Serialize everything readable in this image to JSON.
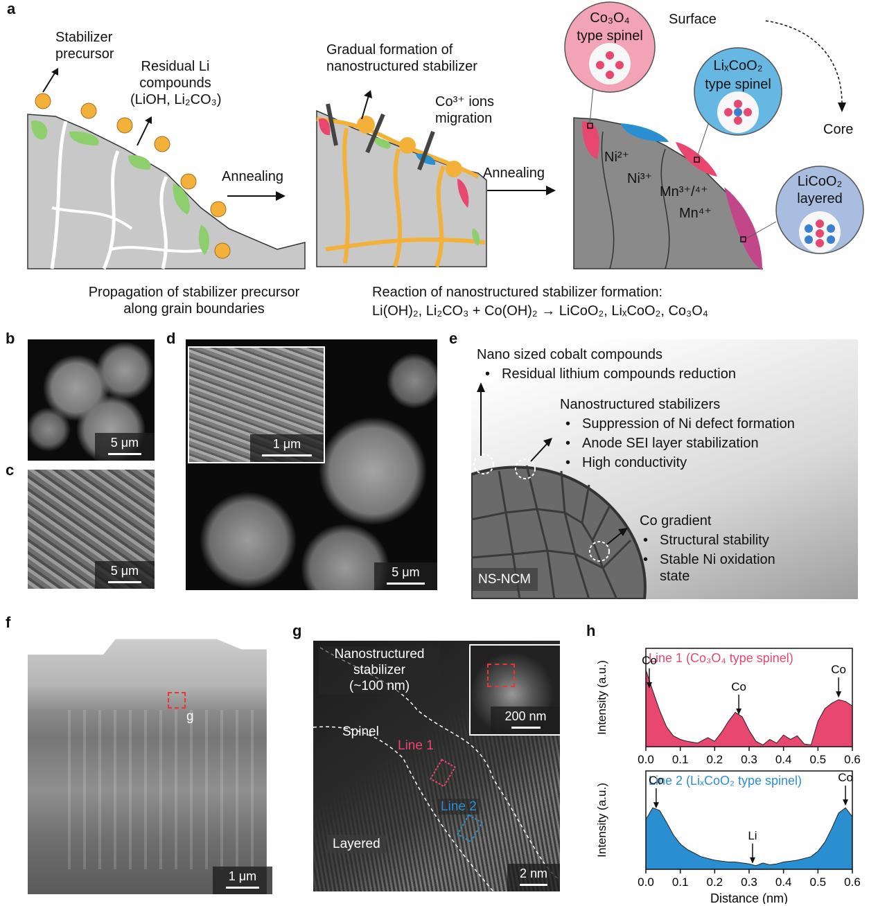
{
  "panel_a": {
    "label": "a",
    "stabilizer_precursor": "Stabilizer\nprecursor",
    "residual_li": "Residual Li\ncompounds",
    "residual_li_formula": "(LiOH, Li₂CO₃)",
    "annealing_1": "Annealing",
    "annealing_2": "Annealing",
    "gradual_formation": "Gradual formation of\nnanostructured stabilizer",
    "co_ions": "Co³⁺ ions\nmigration",
    "surface": "Surface",
    "core": "Core",
    "co3o4_bubble_1": "Co₃O₄",
    "co3o4_bubble_2": "type spinel",
    "lixcoo2_bubble_1": "LiₓCoO₂",
    "lixcoo2_bubble_2": "type spinel",
    "licoo2_bubble_1": "LiCoO₂",
    "licoo2_bubble_2": "layered",
    "ni2": "Ni²⁺",
    "ni3": "Ni³⁺",
    "mn34": "Mn³⁺/⁴⁺",
    "mn4": "Mn⁴⁺",
    "caption_left": "Propagation of stabilizer precursor\nalong grain boundaries",
    "caption_right_1": "Reaction of nanostructured stabilizer formation:",
    "caption_right_2": "Li(OH)₂, Li₂CO₃ + Co(OH)₂ → LiCoO₂, LiₓCoO₂, Co₃O₄"
  },
  "panel_b": {
    "label": "b",
    "scale": "5 μm"
  },
  "panel_c": {
    "label": "c",
    "scale": "5 μm"
  },
  "panel_d": {
    "label": "d",
    "scale": "5 μm",
    "inset_scale": "1 μm"
  },
  "panel_e": {
    "label": "e",
    "heading_1": "Nano sized cobalt compounds",
    "bullets_1": [
      "Residual lithium compounds reduction"
    ],
    "heading_2": "Nanostructured stabilizers",
    "bullets_2": [
      "Suppression of Ni defect formation",
      "Anode SEI layer stabilization",
      "High conductivity"
    ],
    "heading_3": "Co gradient",
    "bullets_3": [
      "Structural stability",
      "Stable Ni oxidation\nstate"
    ],
    "particle_label": "NS-NCM"
  },
  "panel_f": {
    "label": "f",
    "scale": "1 μm",
    "marker": "g"
  },
  "panel_g": {
    "label": "g",
    "stabilizer": "Nanostructured\nstabilizer\n(~100 nm)",
    "spinel": "Spinel",
    "line1": "Line 1",
    "line2": "Line 2",
    "layered": "Layered",
    "scale": "2 nm",
    "inset_scale": "200 nm"
  },
  "colors": {
    "pink": "#e8476f",
    "blue": "#2a8fd0",
    "grain": "#c8c8c8",
    "orange": "#f3b13a",
    "green": "#8ccf6c"
  },
  "chart_data": [
    {
      "type": "area",
      "panel_label": "h",
      "title": "Line 1 (Co₃O₄ type spinel)",
      "ylabel": "Intensity (a.u.)",
      "xlabel": "",
      "xlim": [
        0,
        0.6
      ],
      "xticks": [
        "0.0",
        "0.1",
        "0.2",
        "0.3",
        "0.4",
        "0.5",
        "0.6"
      ],
      "color": "#e8476f",
      "x": [
        0,
        0.02,
        0.04,
        0.06,
        0.08,
        0.1,
        0.12,
        0.15,
        0.18,
        0.2,
        0.22,
        0.24,
        0.26,
        0.28,
        0.3,
        0.32,
        0.34,
        0.36,
        0.38,
        0.4,
        0.42,
        0.44,
        0.46,
        0.48,
        0.5,
        0.52,
        0.54,
        0.56,
        0.58,
        0.6
      ],
      "y": [
        0.85,
        0.62,
        0.4,
        0.22,
        0.12,
        0.08,
        0.06,
        0.04,
        0.1,
        0.06,
        0.16,
        0.28,
        0.38,
        0.33,
        0.18,
        0.06,
        0.02,
        0.08,
        0.04,
        0.13,
        0.08,
        0.12,
        0.03,
        0.02,
        0.28,
        0.42,
        0.48,
        0.52,
        0.5,
        0.45
      ],
      "annotations": [
        {
          "text": "Co",
          "x": 0.01
        },
        {
          "text": "Co",
          "x": 0.27
        },
        {
          "text": "Co",
          "x": 0.56
        }
      ]
    },
    {
      "type": "area",
      "panel_label": "",
      "title": "Line 2 (LiₓCoO₂ type spinel)",
      "ylabel": "Intensity (a.u.)",
      "xlabel": "Distance (nm)",
      "xlim": [
        0,
        0.6
      ],
      "xticks": [
        "0.0",
        "0.1",
        "0.2",
        "0.3",
        "0.4",
        "0.5",
        "0.6"
      ],
      "color": "#2a8fd0",
      "x": [
        0,
        0.02,
        0.04,
        0.06,
        0.08,
        0.1,
        0.12,
        0.14,
        0.16,
        0.18,
        0.2,
        0.22,
        0.24,
        0.26,
        0.28,
        0.3,
        0.32,
        0.34,
        0.36,
        0.38,
        0.4,
        0.42,
        0.44,
        0.46,
        0.48,
        0.5,
        0.52,
        0.54,
        0.56,
        0.58,
        0.6
      ],
      "y": [
        0.55,
        0.68,
        0.65,
        0.52,
        0.38,
        0.28,
        0.22,
        0.18,
        0.14,
        0.12,
        0.1,
        0.09,
        0.08,
        0.08,
        0.07,
        0.06,
        0.04,
        0.07,
        0.05,
        0.06,
        0.08,
        0.09,
        0.1,
        0.12,
        0.14,
        0.2,
        0.3,
        0.45,
        0.62,
        0.68,
        0.58
      ],
      "annotations": [
        {
          "text": "Co",
          "x": 0.03
        },
        {
          "text": "Li",
          "x": 0.31
        },
        {
          "text": "Co",
          "x": 0.58
        }
      ]
    }
  ]
}
